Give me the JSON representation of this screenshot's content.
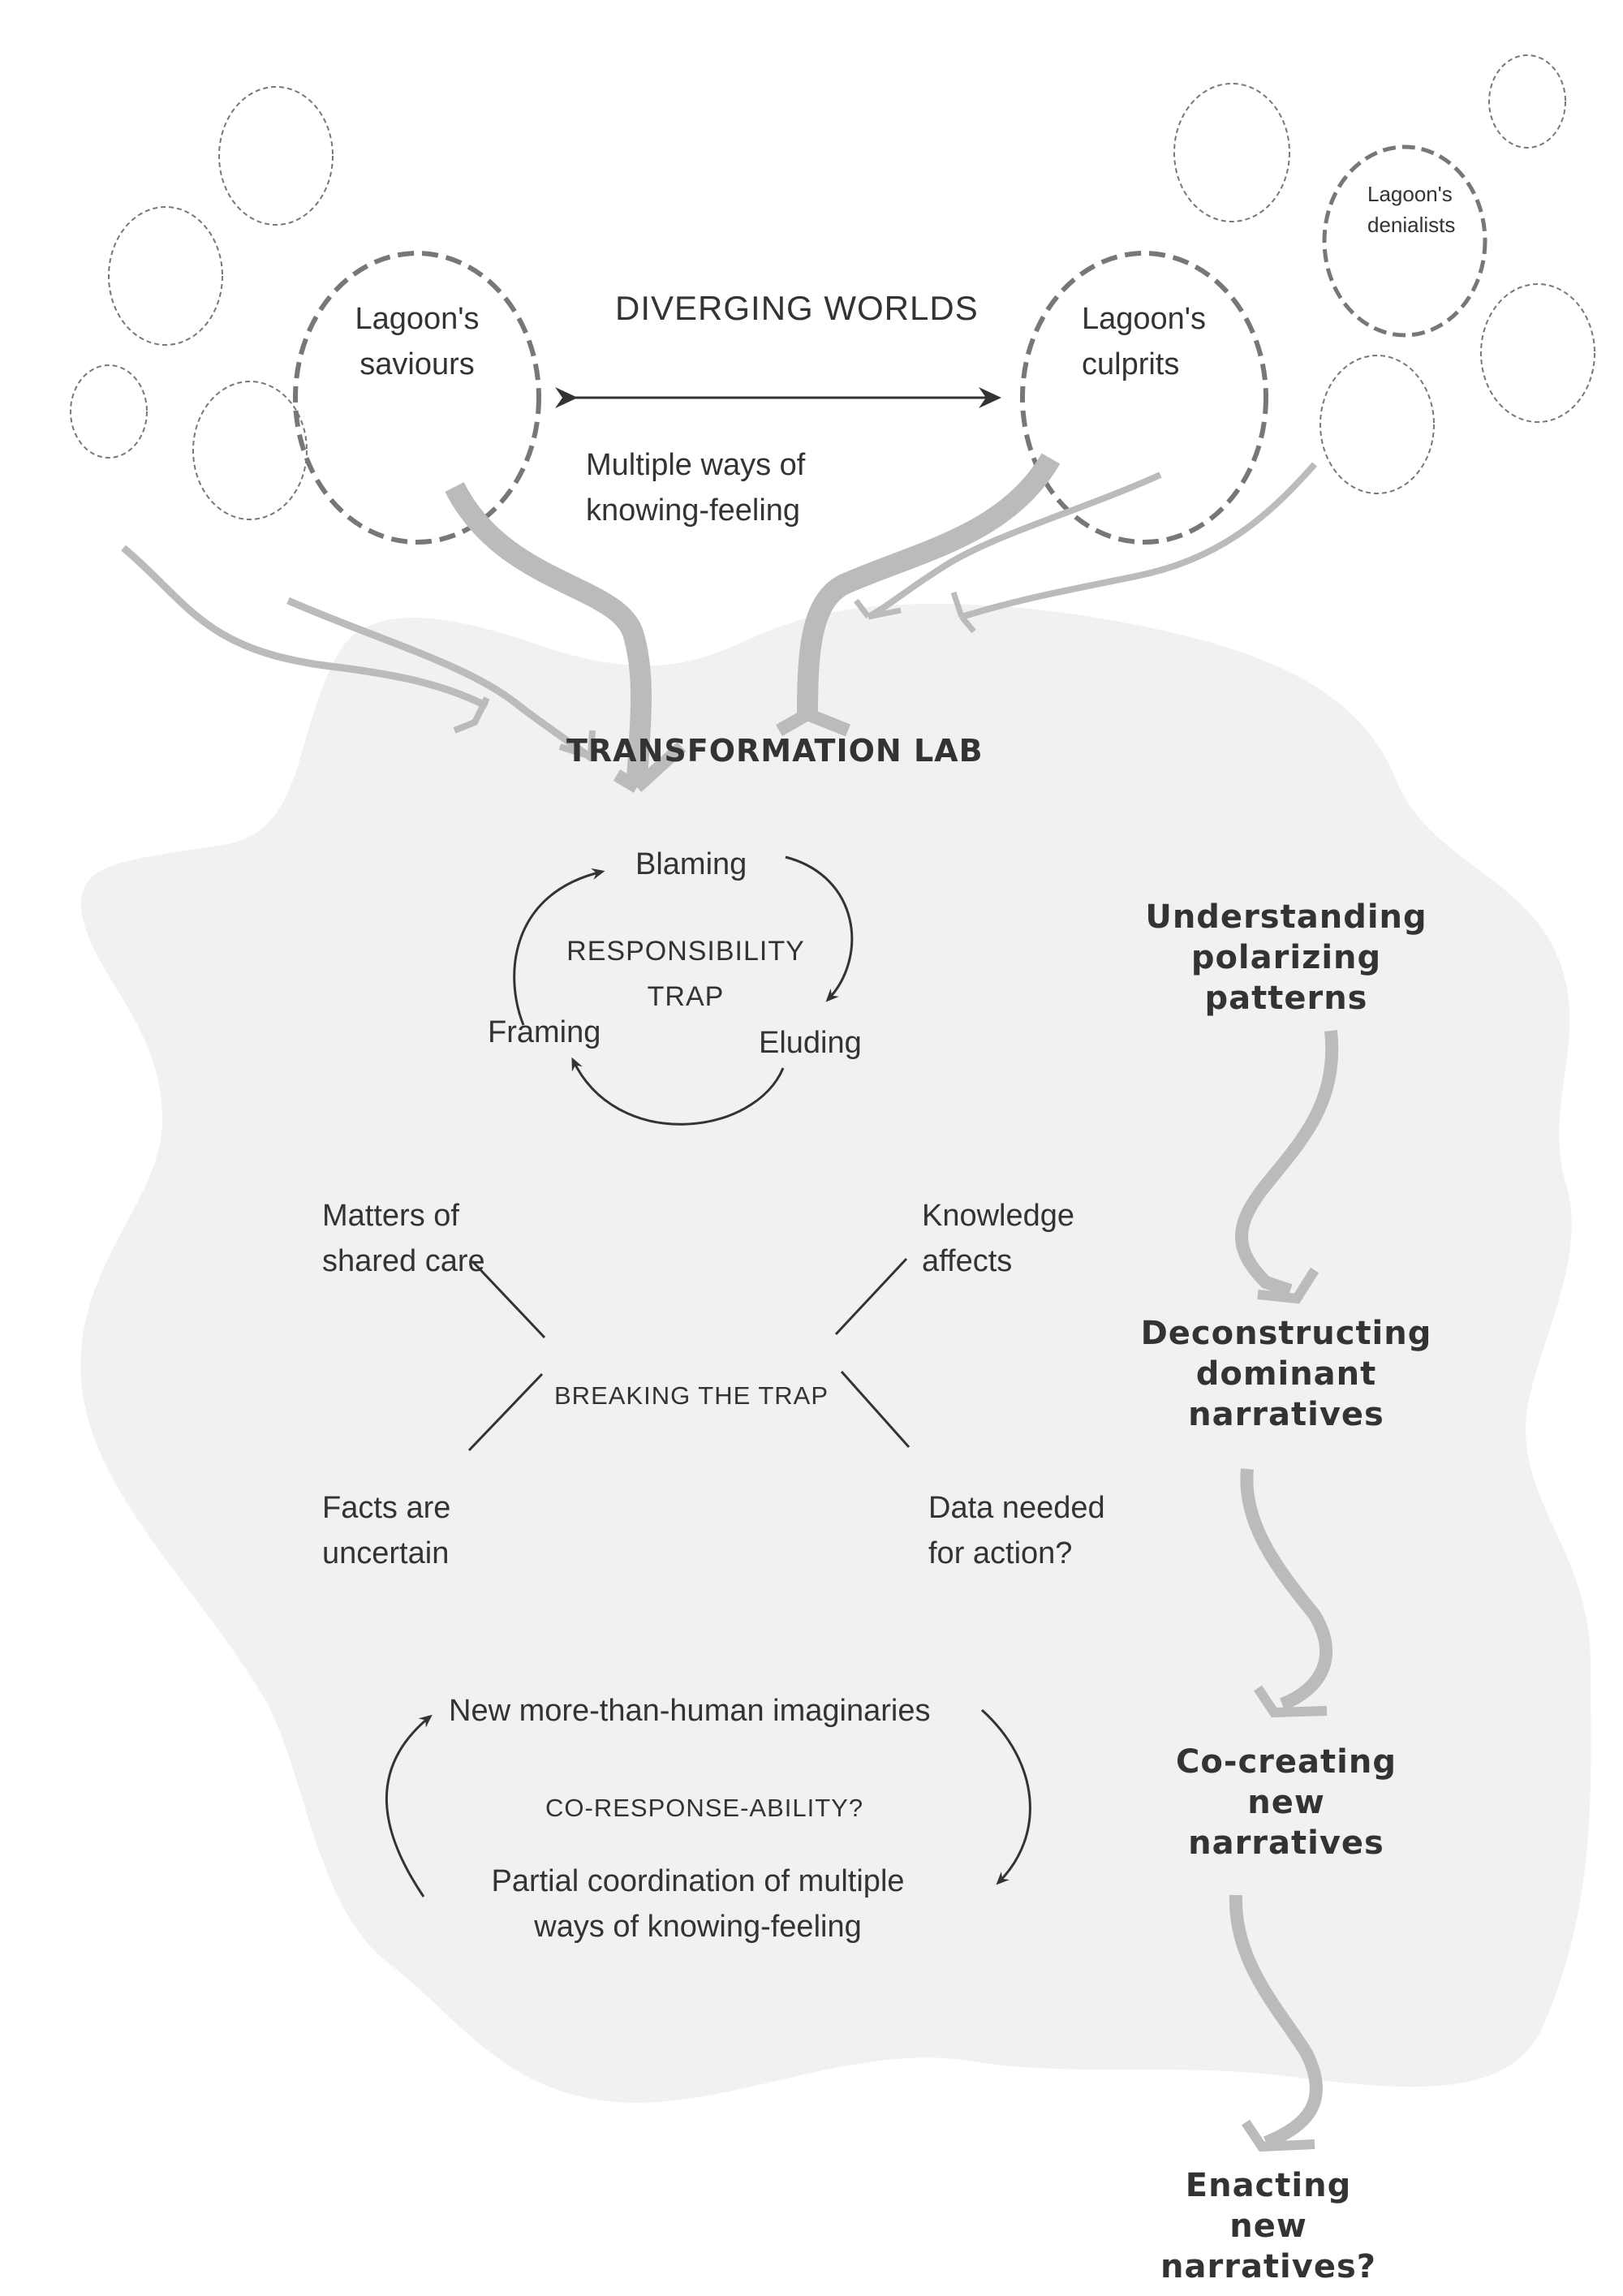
{
  "colors": {
    "lab_fill": "#f1f1f1",
    "circle_stroke": "#777777",
    "arrow_ribbon": "#bbbbbb",
    "ink": "#333333"
  },
  "header": {
    "diverging_worlds": "DIVERGING WORLDS",
    "multiple_ways": [
      "Multiple ways of",
      "knowing-feeling"
    ]
  },
  "groups": {
    "saviours": [
      "Lagoon's",
      "saviours"
    ],
    "culprits": [
      "Lagoon's",
      "culprits"
    ],
    "denialists": [
      "Lagoon's",
      "denialists"
    ]
  },
  "lab": {
    "title": "TRANSFORMATION LAB",
    "responsibility_trap": {
      "center": [
        "RESPONSIBILITY",
        "TRAP"
      ],
      "nodes": [
        "Blaming",
        "Eluding",
        "Framing"
      ]
    },
    "breaking_the_trap": {
      "center": "BREAKING THE TRAP",
      "branches": [
        [
          "Matters of",
          "shared care"
        ],
        [
          "Knowledge",
          "affects"
        ],
        [
          "Facts are",
          "uncertain"
        ],
        [
          "Data needed",
          "for action?"
        ]
      ]
    },
    "co_response": {
      "center": "CO-RESPONSE-ABILITY?",
      "top": "New more-than-human imaginaries",
      "bottom": [
        "Partial coordination of multiple",
        "ways of knowing-feeling"
      ]
    }
  },
  "steps": [
    [
      "Understanding",
      "polarizing",
      "patterns"
    ],
    [
      "Deconstructing",
      "dominant",
      "narratives"
    ],
    [
      "Co-creating",
      "new",
      "narratives"
    ],
    [
      "Enacting",
      "new",
      "narratives?"
    ]
  ]
}
